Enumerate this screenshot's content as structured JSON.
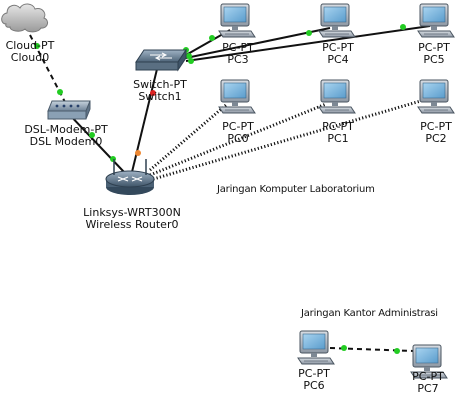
{
  "nodes": {
    "cloud0": {
      "type": "Cloud-PT",
      "name": "Cloud0"
    },
    "modem0": {
      "type": "DSL-Modem-PT",
      "name": "DSL Modem0"
    },
    "switch1": {
      "type": "Switch-PT",
      "name": "Switch1"
    },
    "router0": {
      "type": "Linksys-WRT300N",
      "name": "Wireless Router0"
    },
    "pc0": {
      "type": "PC-PT",
      "name": "PC0"
    },
    "pc1": {
      "type": "PC-PT",
      "name": "PC1"
    },
    "pc2": {
      "type": "PC-PT",
      "name": "PC2"
    },
    "pc3": {
      "type": "PC-PT",
      "name": "PC3"
    },
    "pc4": {
      "type": "PC-PT",
      "name": "PC4"
    },
    "pc5": {
      "type": "PC-PT",
      "name": "PC5"
    },
    "pc6": {
      "type": "PC-PT",
      "name": "PC6"
    },
    "pc7": {
      "type": "PC-PT",
      "name": "PC7"
    }
  },
  "notes": {
    "lab": "Jaringan Komputer Laboratorium",
    "admin": "Jaringan Kantor Administrasi"
  },
  "colors": {
    "link": "#111111",
    "link_up": "#22cc22",
    "link_down": "#dd2222",
    "link_orange": "#ee8833",
    "wireless": "#111111"
  }
}
